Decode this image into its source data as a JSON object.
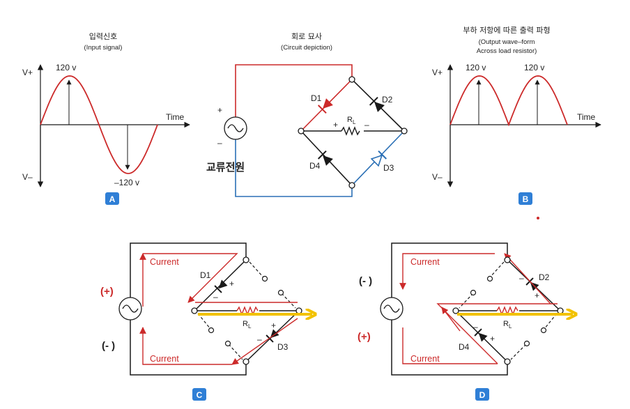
{
  "colors": {
    "red": "#cc2a2a",
    "blue": "#2a6fb5",
    "black": "#1a1a1a",
    "yellow": "#f2c200",
    "badge": "#2f7fd6"
  },
  "panel_a": {
    "title_ko": "입력신호",
    "title_en": "(Input signal)",
    "v_plus": "V+",
    "v_minus": "V–",
    "peak_pos": "120 v",
    "peak_neg": "–120 v",
    "time_label": "Time",
    "badge": "A"
  },
  "circuit": {
    "title_ko": "회로 묘사",
    "title_en": "(Circuit depiction)",
    "plus": "+",
    "minus": "–",
    "source_label_ko": "교류전원",
    "d1": "D1",
    "d2": "D2",
    "d3": "D3",
    "d4": "D4",
    "rl_plus": "+",
    "rl_minus": "–",
    "rl": "R",
    "rl_sub": "L"
  },
  "panel_b": {
    "title_ko": "부하 저항에 따른 출력 파형",
    "title_en_1": "(Output wave–form",
    "title_en_2": "Across load resistor)",
    "v_plus": "V+",
    "v_minus": "V–",
    "peak_1": "120 v",
    "peak_2": "120 v",
    "time_label": "Time",
    "badge": "B"
  },
  "panel_c": {
    "top_polarity": "(+)",
    "bottom_polarity": "(- )",
    "current_top": "Current",
    "current_bottom": "Current",
    "d1": "D1",
    "d3": "D3",
    "rl": "R",
    "rl_sub": "L",
    "plus": "+",
    "minus": "–",
    "badge": "C"
  },
  "panel_d": {
    "top_polarity": "(- )",
    "bottom_polarity": "(+)",
    "current_top": "Current",
    "current_bottom": "Current",
    "d2": "D2",
    "d4": "D4",
    "rl": "R",
    "rl_sub": "L",
    "plus": "+",
    "minus": "–",
    "badge": "D"
  }
}
